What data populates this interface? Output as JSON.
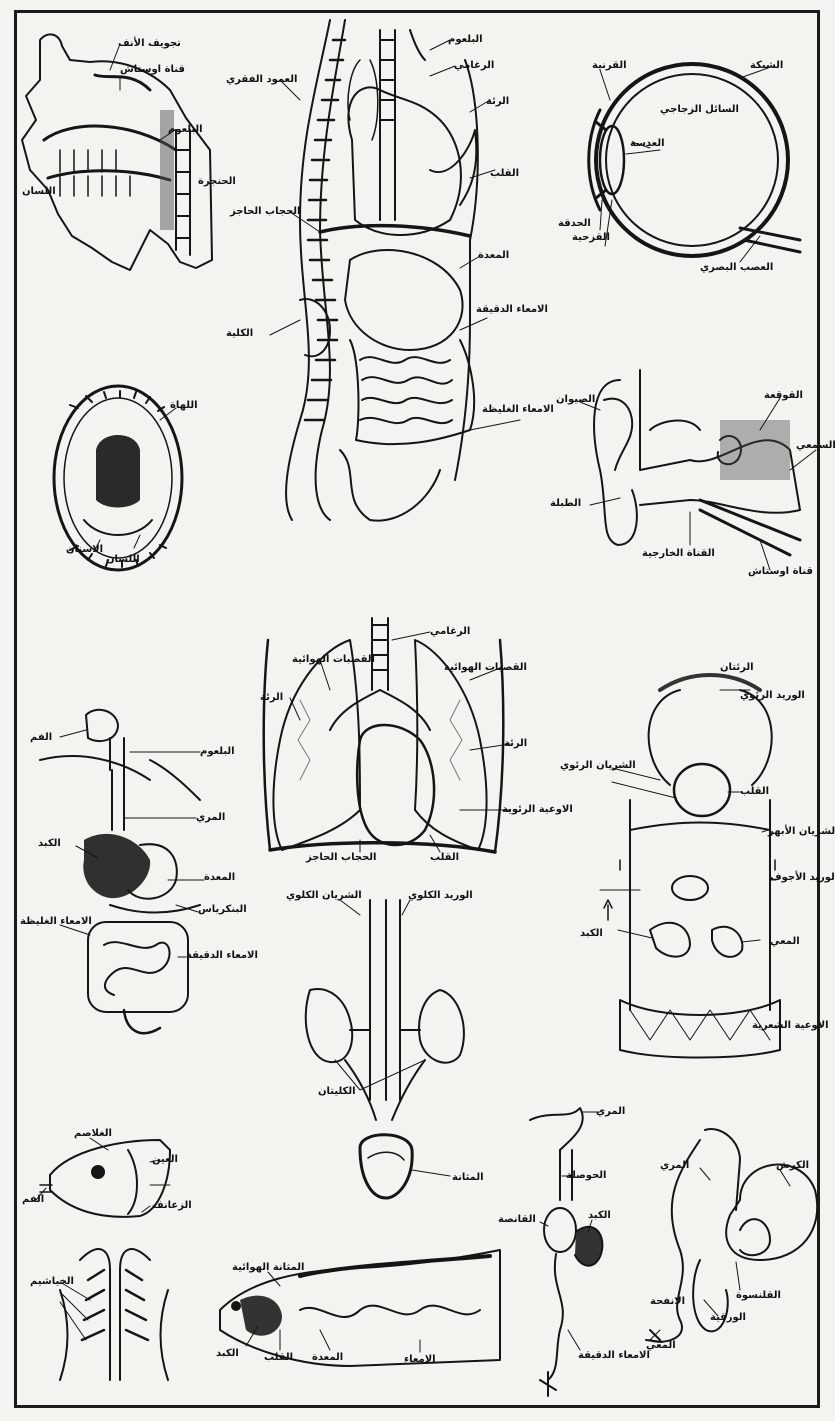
{
  "colors": {
    "ink": "#151515",
    "paper": "#f3f3f0",
    "shade": "#9a9a9a"
  },
  "head": {
    "nasal": "تجويف الأنف",
    "eustachian": "قناة اوستاش",
    "tongue": "اللسان",
    "pharynx": "البلعوم",
    "larynx": "الحنجرة"
  },
  "torso": {
    "pharynx": "البلعوم",
    "trachea": "الرغامي",
    "spine": "العمود الفقري",
    "lung": "الرئة",
    "heart": "القلب",
    "diaphragm": "الحجاب الحاجز",
    "stomach": "المعدة",
    "small_int": "الامعاء الدقيقة",
    "kidney": "الكلية",
    "large_int": "الامعاء الغليظة"
  },
  "eye": {
    "cornea": "القرنية",
    "retina": "الشبكة",
    "vitreous": "السائل الزجاجي",
    "lens": "العدسة",
    "iris": "القزحية",
    "pupil": "الحدقة",
    "optic": "العصب البصري"
  },
  "mouth": {
    "uvula": "اللهاة",
    "tongue": "اللسان",
    "teeth": "الاسنان"
  },
  "ear": {
    "pinna": "الصيوان",
    "cochlea": "القوقعة",
    "nerve": "العصب السمعي",
    "eardrum": "الطبلة",
    "canal": "القناة الخارجية",
    "eustachian": "قناة اوستاش"
  },
  "lungs": {
    "trachea": "الرغامي",
    "bronchi_l": "القصبات الهوائية",
    "bronchi_r": "القصبات الهوائية",
    "lung_l": "الرئة",
    "lung_r": "الرئة",
    "pulm": "الاوعية الرئوية",
    "diaphragm": "الحجاب الحاجز",
    "heart": "القلب"
  },
  "digestive": {
    "mouth": "الفم",
    "pharynx": "البلعوم",
    "esophagus": "المري",
    "liver": "الكبد",
    "stomach": "المعدة",
    "pancreas": "البنكرياس",
    "large": "الامعاء الغليظة",
    "small": "الامعاء الدقيقة"
  },
  "circulation": {
    "capillaries": "الرئتان",
    "pulm_vein": "الوريد الرئوي",
    "pulm_artery": "الشريان الرئوي",
    "heart": "القلب",
    "aorta": "الشريان الأبهر",
    "vena": "الوريد الأجوف",
    "liver": "الكبد",
    "intestine": "المعي",
    "body_caps": "الاوعية الشعرية"
  },
  "kidneys": {
    "artery": "الشريان الكلوي",
    "vein": "الوريد الكلوي",
    "kidneys": "الكليتان",
    "bladder": "المثانة"
  },
  "fish": {
    "head": "الفم",
    "gill": "الغلاصم",
    "eye": "العين",
    "fins": "الزعانف",
    "bladder": "المثانة الهوائية",
    "gills": "الخياشيم",
    "liver": "الكبد",
    "heart": "القلب",
    "stomach": "المعدة",
    "intestine": "الامعاء"
  },
  "bird": {
    "pharynx": "المري",
    "crop": "الحوصلة",
    "gizzard": "القانصة",
    "liver": "الكبد",
    "intestine": "الامعاء الدقيقة"
  },
  "ruminant": {
    "esophagus": "المري",
    "rumen": "الكرش",
    "reticulum": "القلنسوة",
    "omasum": "الورقية",
    "abomasum": "الانفحة",
    "reed": "المعي"
  }
}
